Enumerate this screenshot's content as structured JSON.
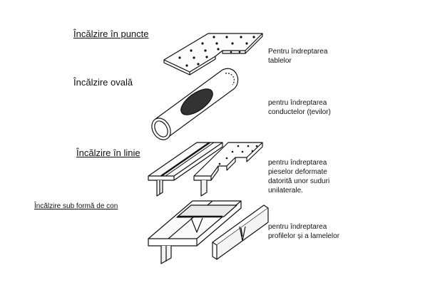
{
  "sections": [
    {
      "heading": "Încălzire în puncte",
      "description": [
        "Pentru îndreptarea",
        "tablelor"
      ]
    },
    {
      "heading": "Încălzire ovală",
      "description": [
        "pentru îndreptarea",
        "conductelor (țevilor)"
      ]
    },
    {
      "heading": "Încălzire în linie",
      "description": [
        "pentru îndreptarea",
        "pieselor deformate",
        "datorită unor suduri",
        "unilaterale."
      ]
    },
    {
      "heading": "Încălzire sub formă de con",
      "description": [
        "pentru îndreptarea",
        "profilelor și a lamelelor"
      ]
    }
  ]
}
